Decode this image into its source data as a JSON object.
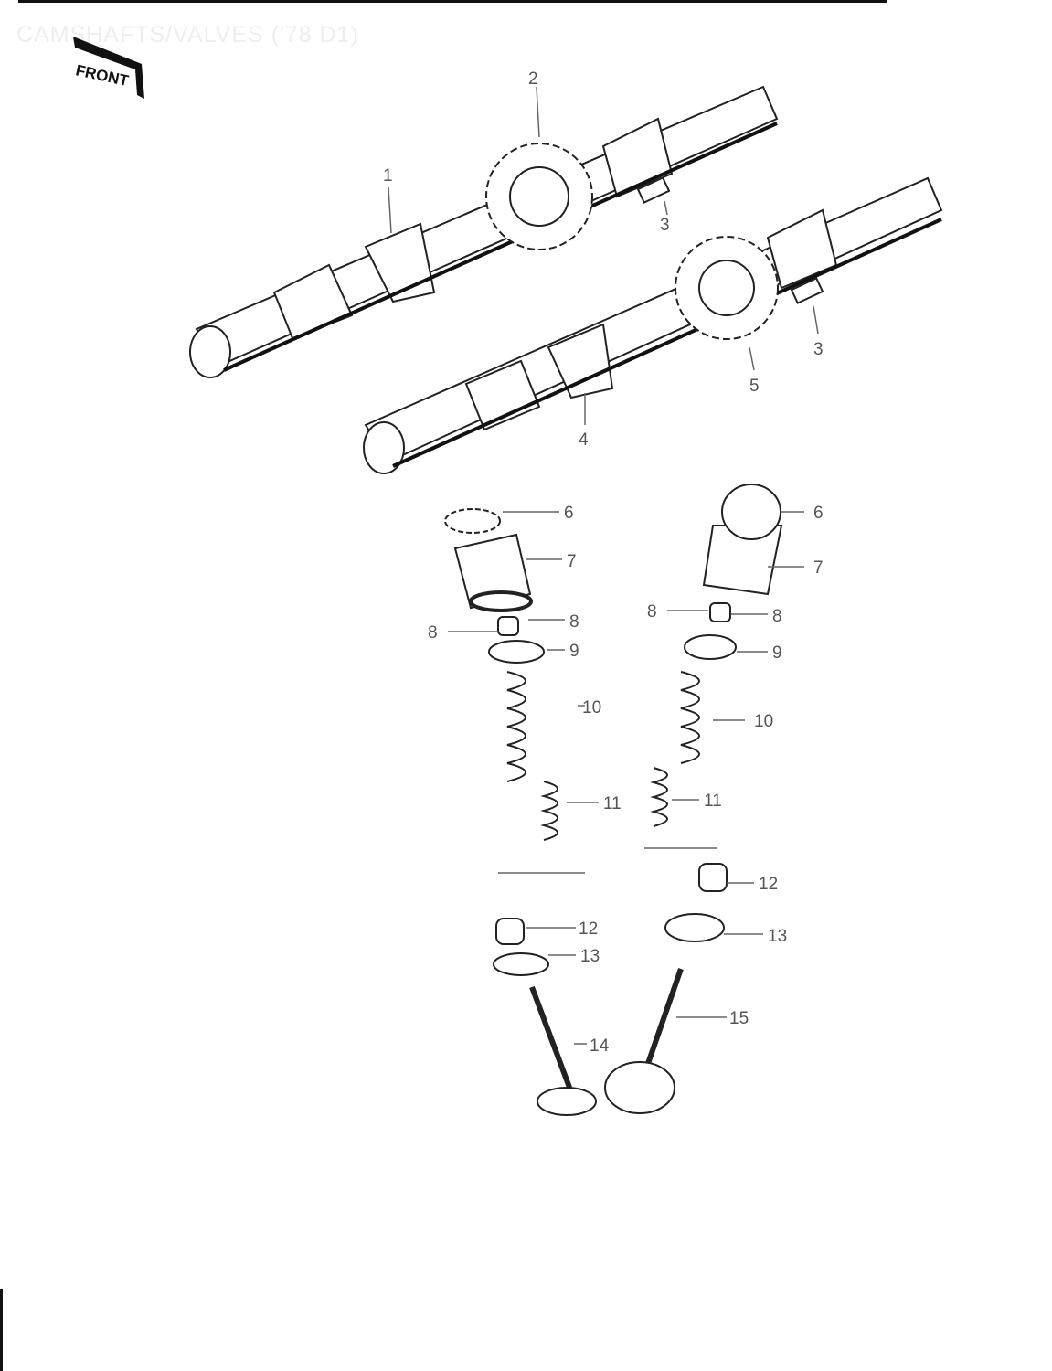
{
  "title": "CAMSHAFTS/VALVES ('78 D1)",
  "front_marker": "FRONT",
  "callouts": {
    "c1": "1",
    "c2": "2",
    "c3a": "3",
    "c3b": "3",
    "c4": "4",
    "c5": "5",
    "c6a": "6",
    "c6b": "6",
    "c7a": "7",
    "c7b": "7",
    "c8a": "8",
    "c8b": "8",
    "c8c": "8",
    "c8d": "8",
    "c9a": "9",
    "c9b": "9",
    "c10a": "10",
    "c10b": "10",
    "c11a": "11",
    "c11b": "11",
    "c12a": "12",
    "c12b": "12",
    "c13a": "13",
    "c13b": "13",
    "c14": "14",
    "c15": "15"
  }
}
